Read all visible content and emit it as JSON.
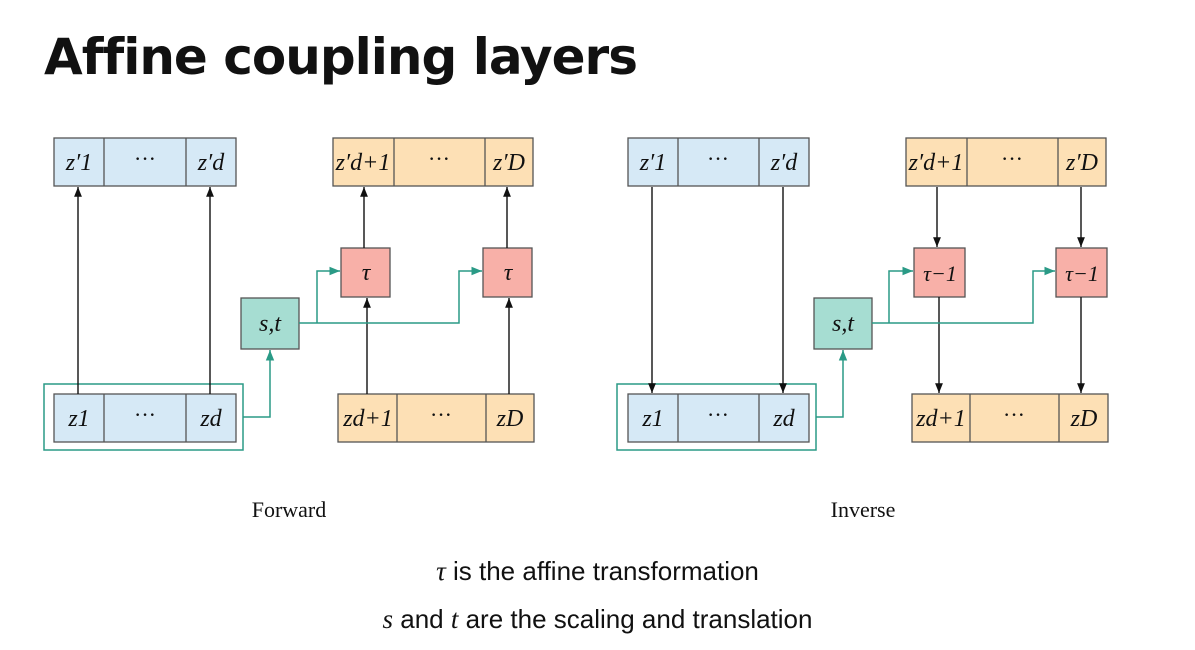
{
  "title": "Affine coupling layers",
  "colors": {
    "blue_fill": "#d6e9f6",
    "orange_fill": "#fde0b5",
    "red_fill": "#f8b0a8",
    "teal_fill": "#a6ddd2",
    "teal_line": "#2a9a86",
    "box_stroke": "#555555"
  },
  "diagrams": [
    {
      "caption": "Forward",
      "st_label": "s,t",
      "tau_label": "τ",
      "top_left": {
        "first": "z′1",
        "dots": "···",
        "last": "z′d"
      },
      "top_right": {
        "first": "z′d+1",
        "dots": "···",
        "last": "z′D"
      },
      "bottom_left": {
        "first": "z1",
        "dots": "···",
        "last": "zd"
      },
      "bottom_right": {
        "first": "zd+1",
        "dots": "···",
        "last": "zD"
      }
    },
    {
      "caption": "Inverse",
      "st_label": "s,t",
      "tau_label": "τ−1",
      "top_left": {
        "first": "z′1",
        "dots": "···",
        "last": "z′d"
      },
      "top_right": {
        "first": "z′d+1",
        "dots": "···",
        "last": "z′D"
      },
      "bottom_left": {
        "first": "z1",
        "dots": "···",
        "last": "zd"
      },
      "bottom_right": {
        "first": "zd+1",
        "dots": "···",
        "last": "zD"
      }
    }
  ],
  "captions": {
    "line1": {
      "sym": "τ",
      "text": " is the affine transformation"
    },
    "line2": {
      "sym1": "s",
      "mid": " and ",
      "sym2": "t",
      "text": " are the scaling and translation"
    }
  }
}
